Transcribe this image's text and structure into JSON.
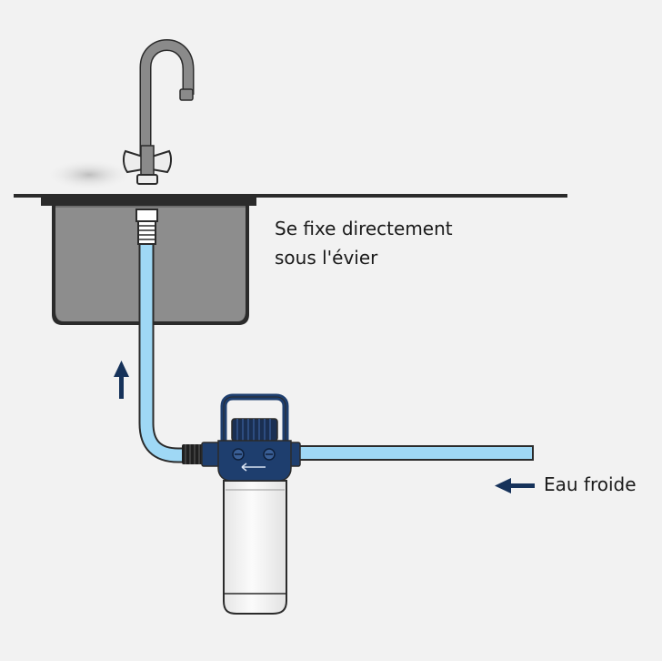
{
  "labels": {
    "mount_line1": "Se fixe directement",
    "mount_line2": "sous l'évier",
    "cold_water": "Eau froide"
  },
  "colors": {
    "background": "#f2f2f2",
    "pipe_fill": "#9fd8f5",
    "filter_navy": "#1e3e6e",
    "arrow": "#16325a",
    "sink_steel": "#8d8d8d",
    "faucet_grey": "#8a8a8a"
  },
  "icons": [
    "faucet-icon",
    "sink-icon",
    "water-filter-icon",
    "arrow-up-icon",
    "arrow-left-icon"
  ]
}
